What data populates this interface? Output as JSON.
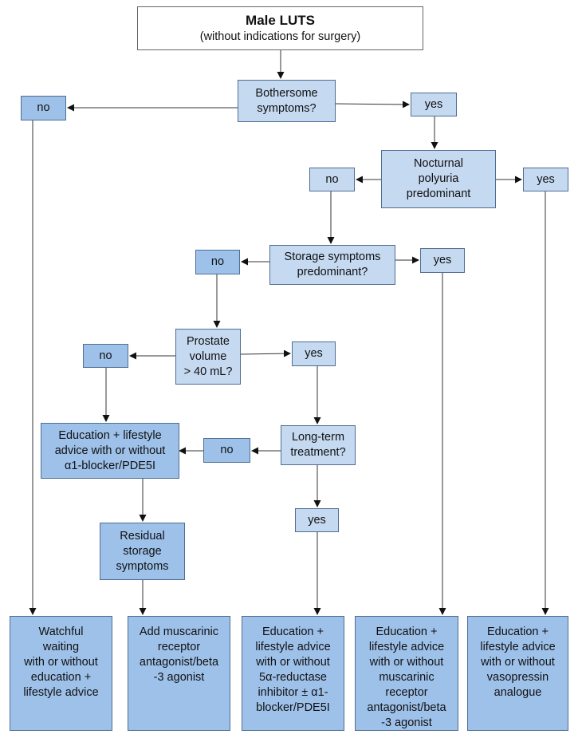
{
  "title": "Male LUTS",
  "subtitle": "(without indications for surgery)",
  "nodes": {
    "bothersome": "Bothersome\nsymptoms?",
    "no1": "no",
    "yes1": "yes",
    "nocturnal": "Nocturnal\npolyuria\npredominant",
    "no2": "no",
    "yes2": "yes",
    "storage": "Storage symptoms\npredominant?",
    "no3": "no",
    "yes3": "yes",
    "prostate": "Prostate\nvolume\n> 40 mL?",
    "no4": "no",
    "yes4": "yes",
    "education_alpha": "Education + lifestyle\nadvice with or without\nα1-blocker/PDE5I",
    "no5": "no",
    "longterm": "Long-term\ntreatment?",
    "yes5": "yes",
    "residual": "Residual\nstorage\nsymptoms",
    "out_watchful": "Watchful\nwaiting\nwith or without\neducation +\nlifestyle advice",
    "out_muscarinic": "Add muscarinic\nreceptor\nantagonist/beta\n-3 agonist",
    "out_5ari": "Education +\nlifestyle advice\nwith or without\n5α-reductase\ninhibitor ± α1-\nblocker/PDE5I",
    "out_antagonist": "Education +\nlifestyle advice\nwith or without\nmuscarinic\nreceptor\nantagonist/beta\n-3 agonist",
    "out_vasopressin": "Education +\nlifestyle advice\nwith or without\nvasopressin\nanalogue"
  }
}
